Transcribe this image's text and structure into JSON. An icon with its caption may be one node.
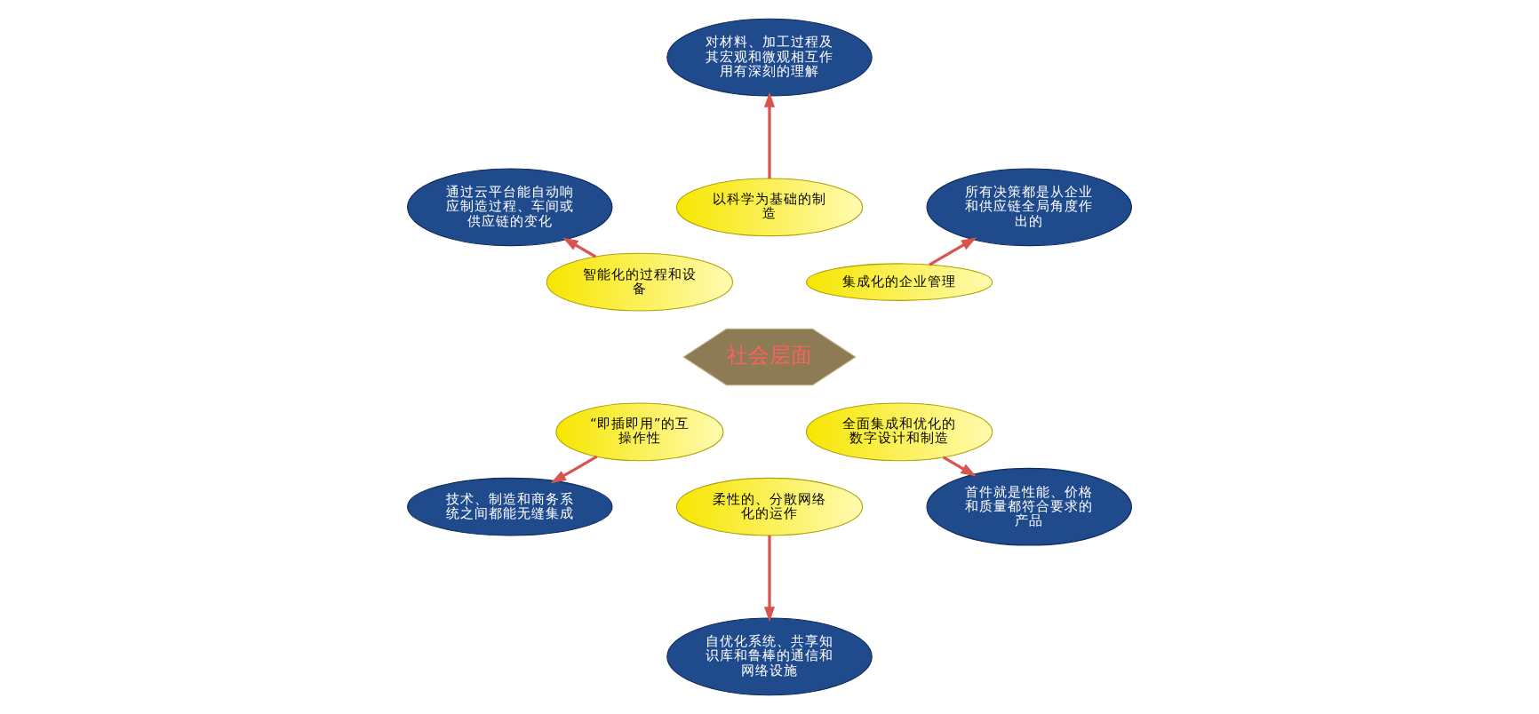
{
  "diagram": {
    "nodes": [
      {
        "text": [
          "社会层面"
        ]
      },
      {
        "text": [
          "集成化的企业管理"
        ]
      },
      {
        "text": [
          "所有决策都是从企业和供应链全局角度作出的"
        ]
      },
      {
        "text": [
          "以科学为基础的制造"
        ]
      },
      {
        "text": [
          "对材料、加工过程及其宏观和微观相互作用有深刻的理解"
        ]
      },
      {
        "text": [
          "智能化的过程和设备"
        ]
      },
      {
        "text": [
          "通过云平台能自动响应制造过程、车间或供应链的变化"
        ]
      },
      {
        "text": [
          "“即插即用”的互操作性"
        ]
      },
      {
        "text": [
          "技术、制造和商务系统之间都能无缝集成"
        ]
      },
      {
        "text": [
          "柔性的、分散网络化的运作"
        ]
      },
      {
        "text": [
          "自优化系统、共享知识库和鲁棒的通信和网络设施"
        ]
      },
      {
        "text": [
          "全面集成和优化的数字设计和制造"
        ]
      },
      {
        "text": [
          "首件就是性能、价格和质量都符合要求的产品"
        ]
      }
    ],
    "edges": [
      {
        "from": 1,
        "to": 2,
        "arrow": "to"
      },
      {
        "from": 3,
        "to": 4,
        "arrow": "to"
      },
      {
        "from": 5,
        "to": 6,
        "arrow": "to"
      },
      {
        "from": 7,
        "to": 8,
        "arrow": "to"
      },
      {
        "from": 9,
        "to": 10,
        "arrow": "to"
      },
      {
        "from": 11,
        "to": 12,
        "arrow": "to"
      }
    ]
  }
}
